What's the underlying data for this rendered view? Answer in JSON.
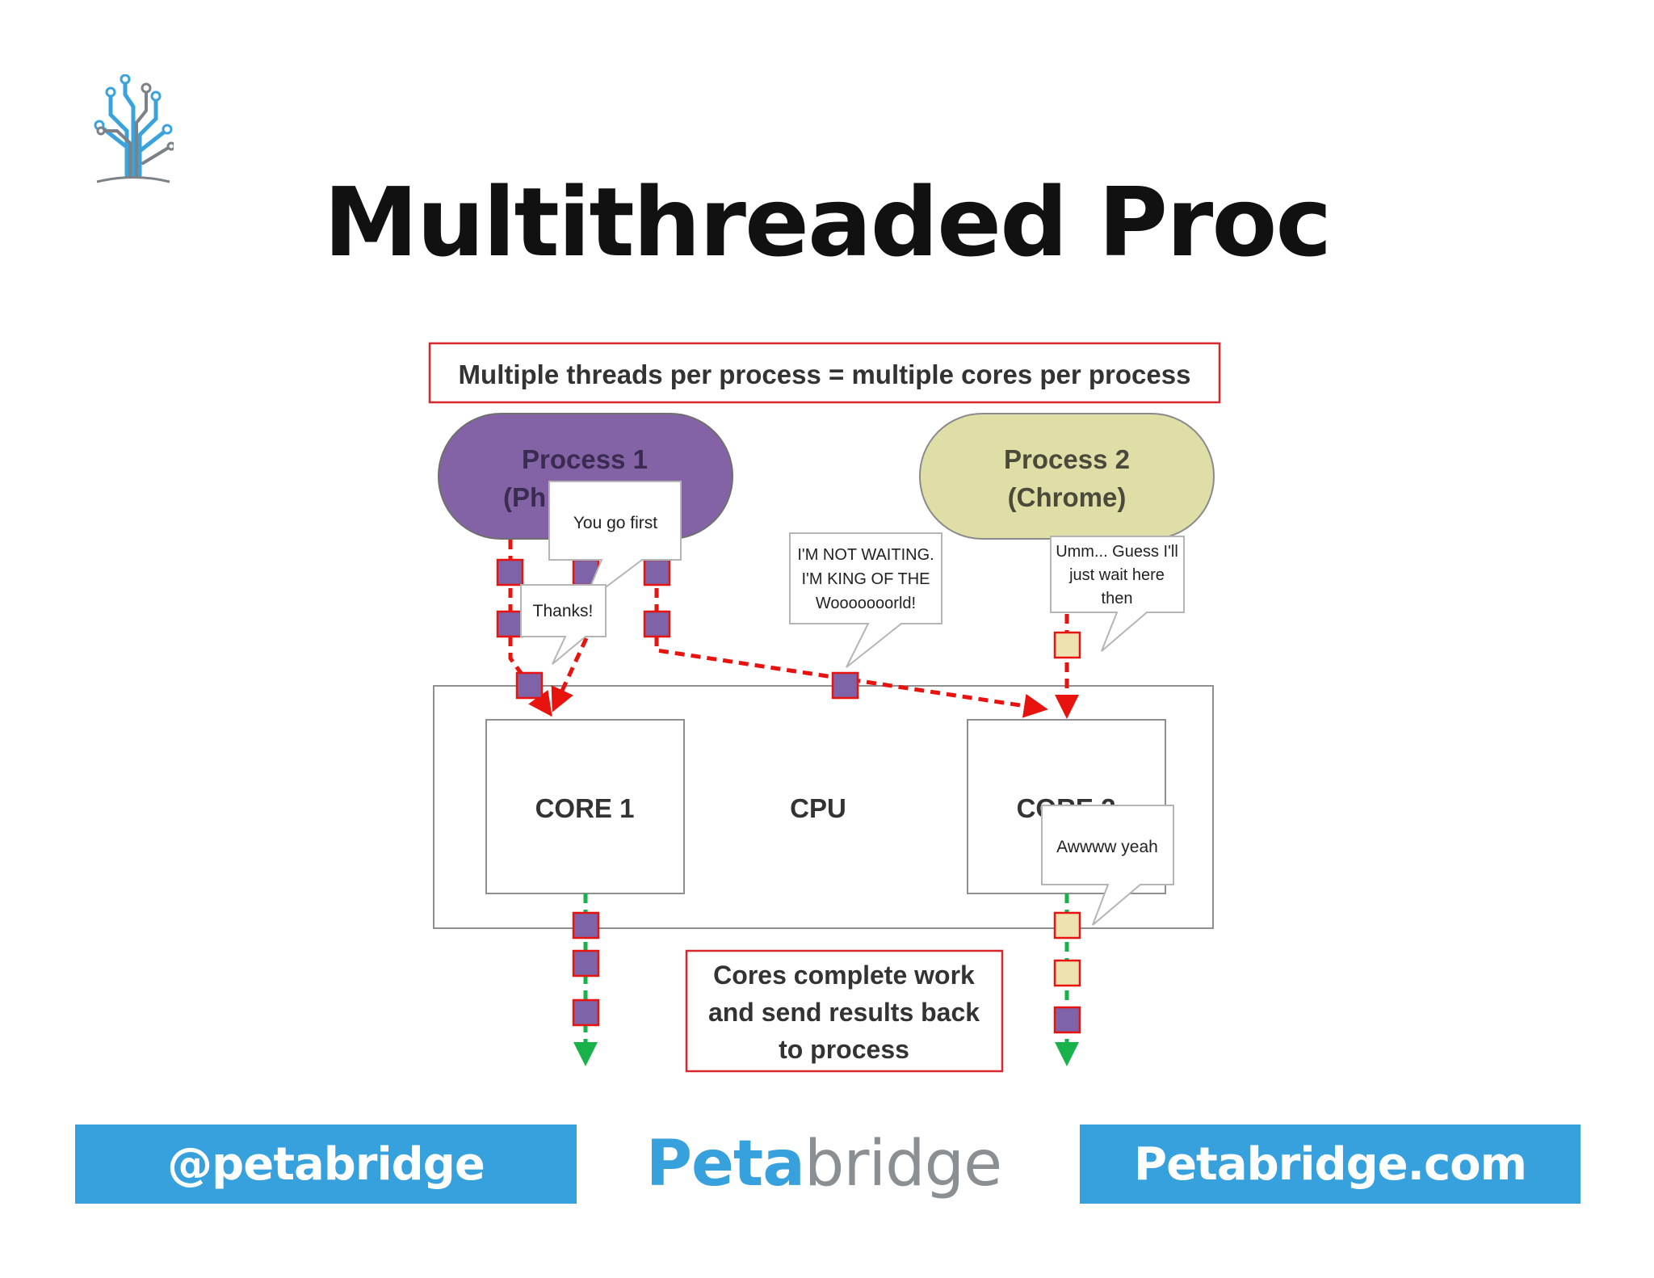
{
  "slide": {
    "title": "Multithreaded Proc"
  },
  "diagram": {
    "headline": "Multiple threads per process = multiple cores per process",
    "process1": {
      "line1": "Process 1",
      "line2": "(Ph"
    },
    "process2": {
      "line1": "Process 2",
      "line2": "(Chrome)"
    },
    "cpu_label": "CPU",
    "core1_label": "CORE 1",
    "core2_label": "CORE 2",
    "bubbles": {
      "you_go_first": [
        "You go first"
      ],
      "thanks": [
        "Thanks!"
      ],
      "not_waiting": [
        "I'M NOT WAITING.",
        "I'M KING OF THE",
        "Wooooooorld!"
      ],
      "guess_wait": [
        "Umm... Guess I'll",
        "just wait here",
        "then"
      ],
      "awwww": [
        "Awwww yeah"
      ]
    },
    "note": [
      "Cores complete work",
      "and send results back",
      "to process"
    ],
    "colors": {
      "process1": "#8462a6",
      "process2": "#dfdea6",
      "thread_p1": "#7f63a8",
      "thread_p2": "#eee3b0",
      "arrow_in": "#e8120f",
      "arrow_out": "#17b24a",
      "callout_border": "#d8282e"
    }
  },
  "footer": {
    "left": "@petabridge",
    "brand_part1": "Peta",
    "brand_part2": "bridge",
    "right": "Petabridge.com"
  }
}
